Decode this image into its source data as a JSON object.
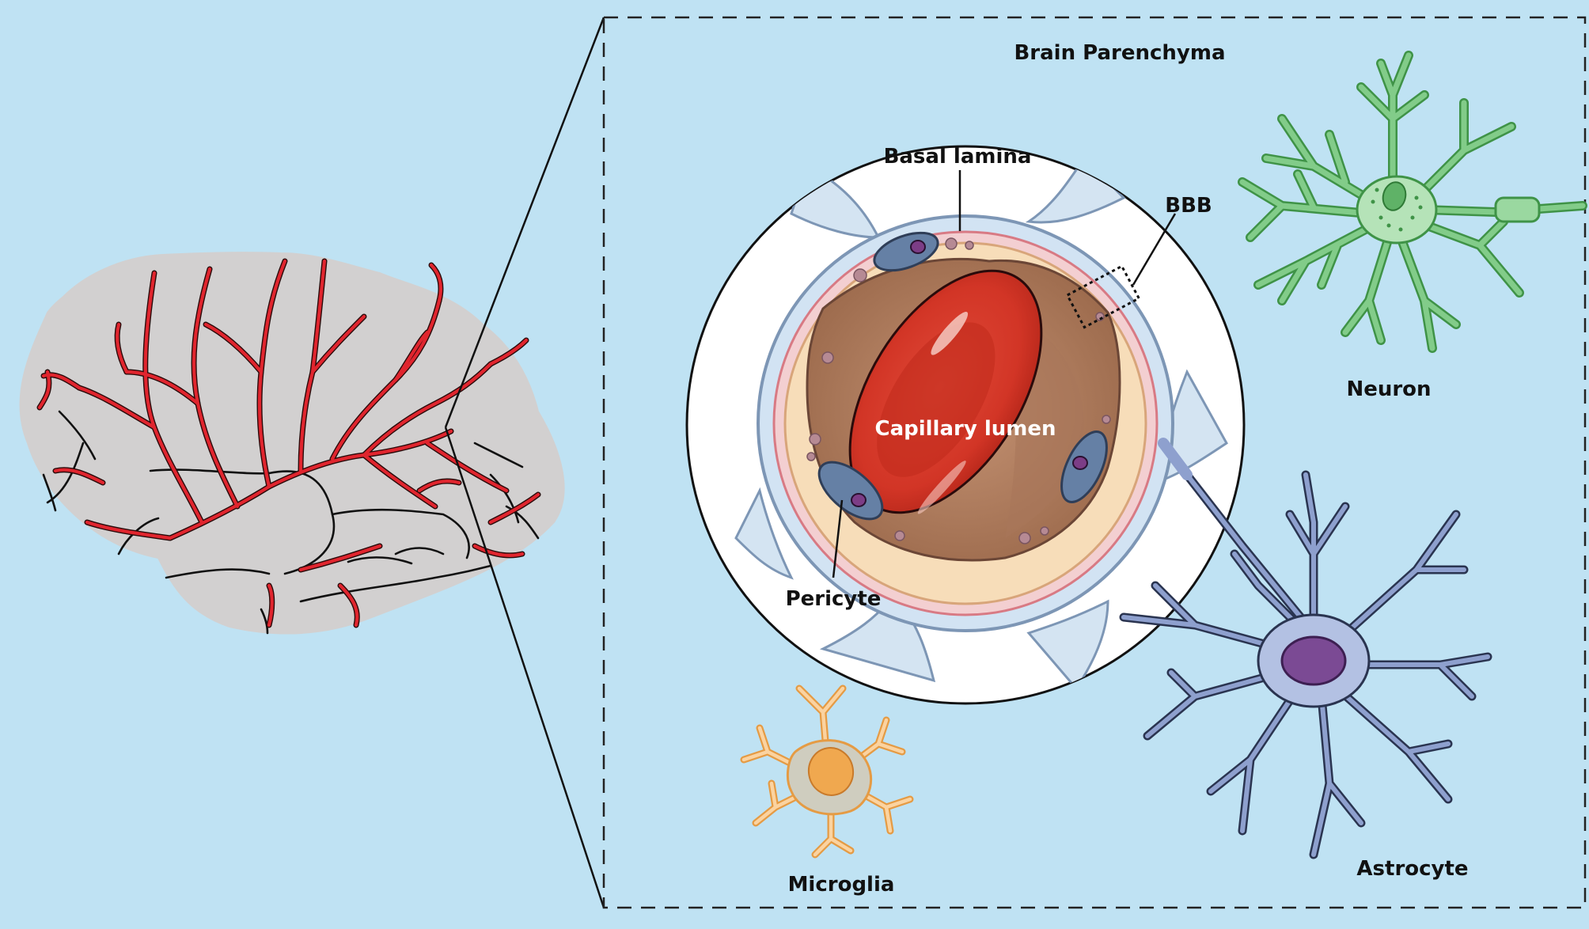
{
  "labels": {
    "brain_parenchyma": "Brain Parenchyma",
    "basal_lamina": "Basal lamina",
    "bbb": "BBB",
    "capillary_lumen": "Capillary lumen",
    "pericyte": "Pericyte",
    "neuron": "Neuron",
    "astrocyte": "Astrocyte",
    "microglia": "Microglia"
  },
  "colors": {
    "background": "#bfe2f3",
    "brain": "#d2d0d0",
    "vessels": "#e0252e",
    "lumen": "#b07f62",
    "red_blood_cell": "#dd3a2a",
    "neuron": "#62b26b",
    "astrocyte": "#6a7bb0",
    "microglia": "#f0a84f",
    "pericyte": "#6580a5"
  },
  "icons": {
    "brain": "brain-with-vessels-icon",
    "capillary": "capillary-cross-section-icon",
    "neuron": "neuron-cell-icon",
    "astrocyte": "astrocyte-cell-icon",
    "microglia": "microglia-cell-icon"
  }
}
